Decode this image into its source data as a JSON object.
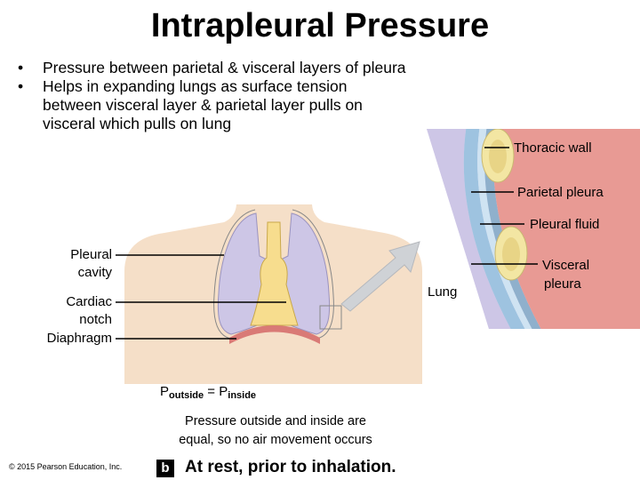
{
  "title": "Intrapleural Pressure",
  "bullets": [
    "Pressure between parietal & visceral layers of pleura",
    "Helps in expanding lungs as surface tension between visceral layer & parietal layer pulls on visceral which pulls on lung"
  ],
  "bullet_symbol": "•",
  "labels": {
    "thoracic_wall": "Thoracic wall",
    "parietal_pleura": "Parietal pleura",
    "pleural_fluid": "Pleural fluid",
    "visceral_pleura": [
      "Visceral",
      "pleura"
    ],
    "lung": "Lung",
    "pleural_cavity": [
      "Pleural",
      "cavity"
    ],
    "cardiac_notch": [
      "Cardiac",
      "notch"
    ],
    "diaphragm": "Diaphragm"
  },
  "pressure": {
    "p_outside": "P",
    "outside_sub": "outside",
    "equals": " = ",
    "p_inside": "P",
    "inside_sub": "inside",
    "description": [
      "Pressure outside and inside are",
      "equal, so no air movement occurs"
    ]
  },
  "copyright": "© 2015 Pearson Education, Inc.",
  "panel_badge": "b",
  "caption": "At rest, prior to inhalation.",
  "colors": {
    "skin": "#f5dfc8",
    "lung": "#cdc6e6",
    "mediastinum": "#f7dd8e",
    "diaphragm": "#d97a76",
    "muscle": "#e89a94",
    "arrow": "#cfd2d6"
  }
}
